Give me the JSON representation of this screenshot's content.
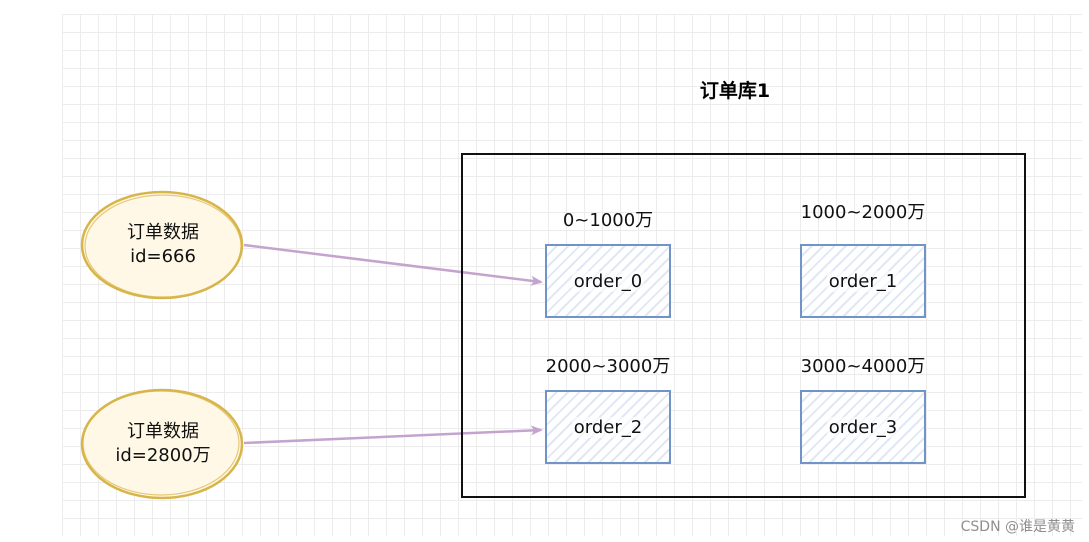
{
  "database": {
    "title": "订单库1"
  },
  "tables": [
    {
      "name": "order_0",
      "range": "0~1000万"
    },
    {
      "name": "order_1",
      "range": "1000~2000万"
    },
    {
      "name": "order_2",
      "range": "2000~3000万"
    },
    {
      "name": "order_3",
      "range": "3000~4000万"
    }
  ],
  "inputs": [
    {
      "line1": "订单数据",
      "line2": "id=666"
    },
    {
      "line1": "订单数据",
      "line2": "id=2800万"
    }
  ],
  "watermark": "CSDN @谁是黄黄",
  "colors": {
    "ellipse_stroke": "#d8b54a",
    "ellipse_fill": "#fff8e6",
    "arrow": "#c5a3cf",
    "table_stroke": "#7093c8"
  }
}
